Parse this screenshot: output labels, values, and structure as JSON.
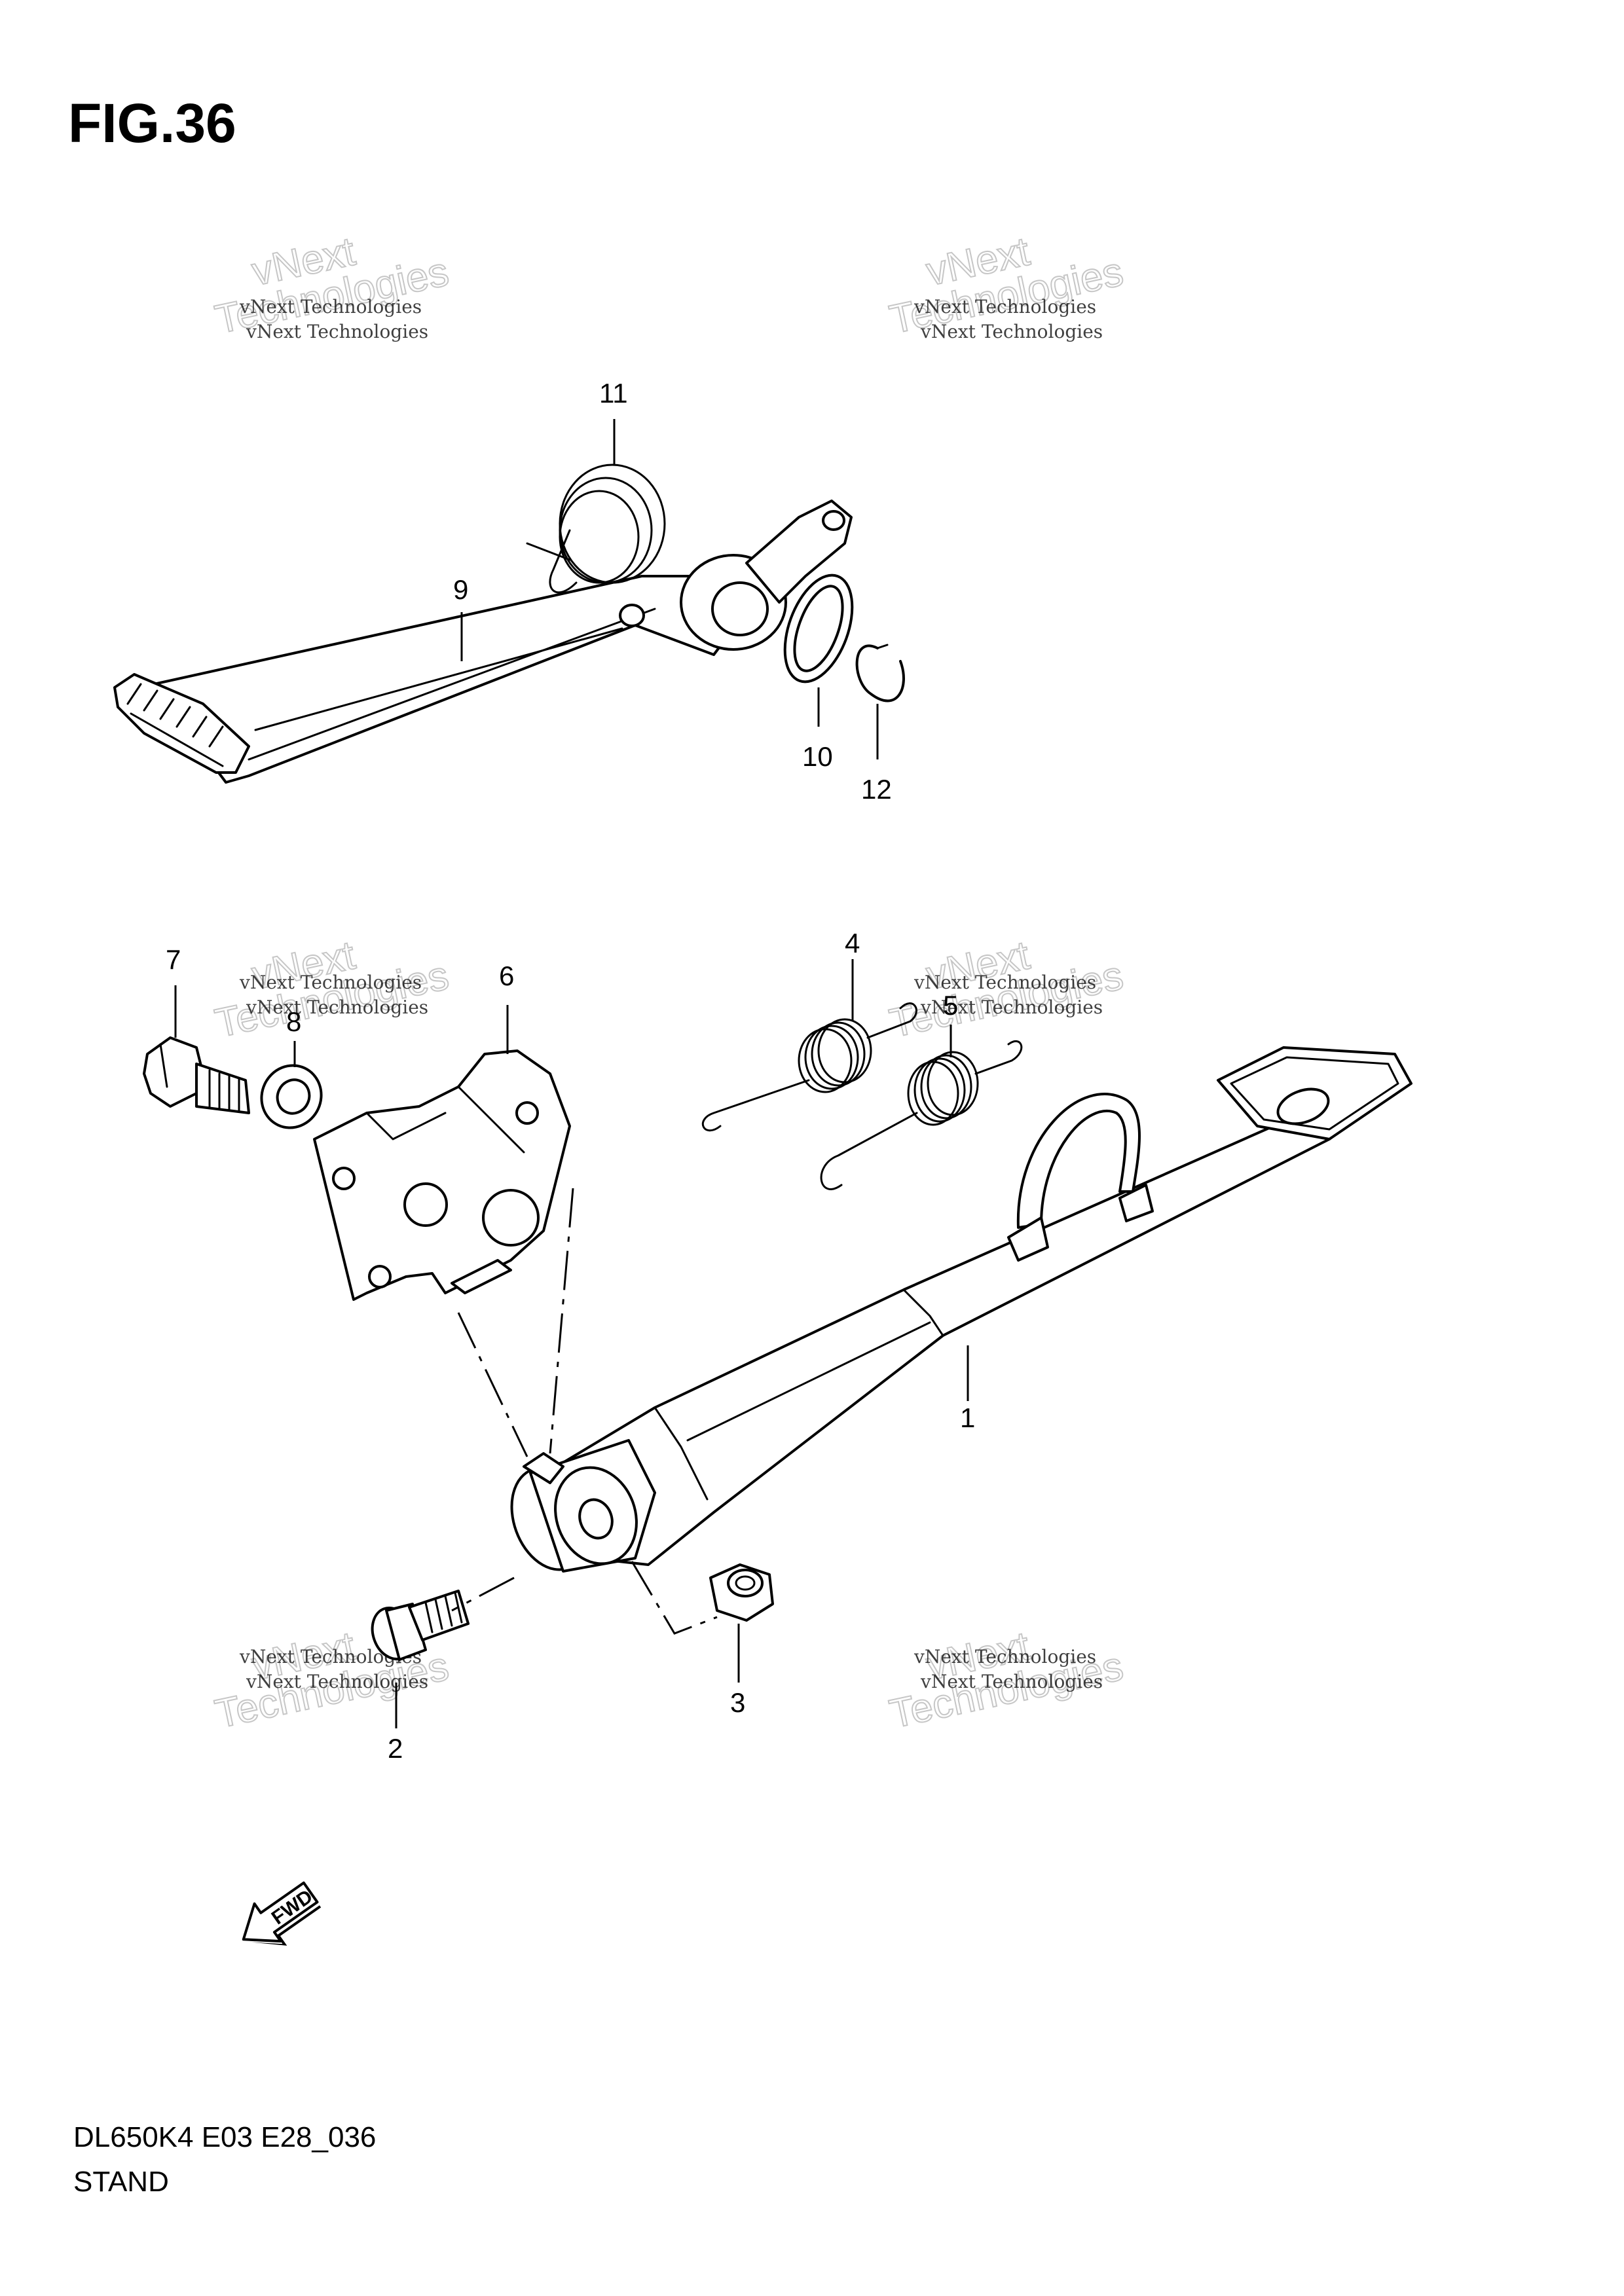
{
  "figure": {
    "title": "FIG.36",
    "model_code": "DL650K4 E03 E28_036",
    "group_name": "STAND",
    "direction_label": "FWD"
  },
  "callouts": [
    "1",
    "2",
    "3",
    "4",
    "5",
    "6",
    "7",
    "8",
    "9",
    "10",
    "11",
    "12"
  ],
  "watermark": {
    "small_text": "vNext Technologies",
    "large_text_line1": "vNext",
    "large_text_line2": "Technologies"
  }
}
